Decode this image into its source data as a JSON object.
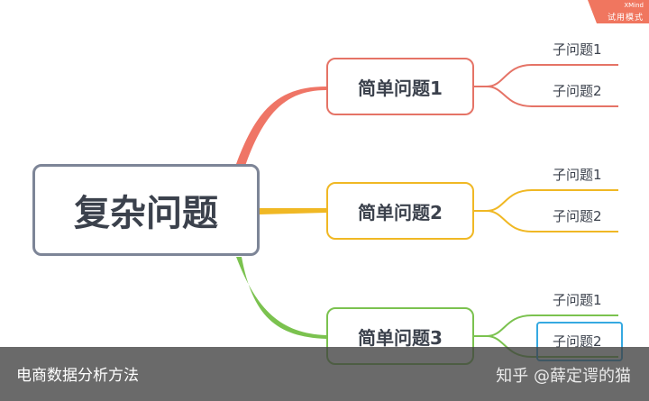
{
  "badge": {
    "brand": "XMind",
    "mode": "试用模式",
    "color": "#f0765f"
  },
  "root": {
    "label": "复杂问题"
  },
  "branches": [
    {
      "label": "简单问题1",
      "color": "#e57366",
      "subtopics": [
        "子问题1",
        "子问题2"
      ]
    },
    {
      "label": "简单问题2",
      "color": "#f0b824",
      "subtopics": [
        "子问题1",
        "子问题2"
      ]
    },
    {
      "label": "简单问题3",
      "color": "#7bc24f",
      "subtopics": [
        "子问题1",
        "子问题2"
      ]
    }
  ],
  "caption": {
    "text": "电商数据分析方法"
  },
  "watermark": {
    "text": "知乎 @薛定谔的猫"
  },
  "selection_color": "#36a9e1"
}
